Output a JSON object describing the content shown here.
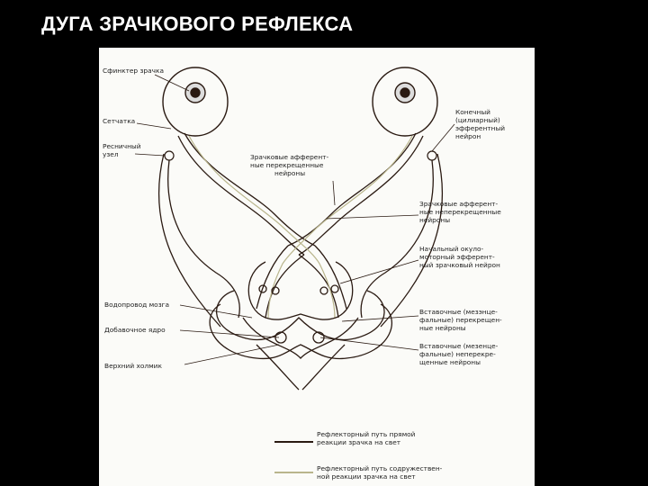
{
  "title": "ДУГА ЗРАЧКОВОГО РЕФЛЕКСА",
  "labels": {
    "sphincter": "Сфинктер зрачка",
    "retina": "Сетчатка",
    "ciliary_ganglion": [
      "Ресничный",
      "узел"
    ],
    "terminal_neuron": [
      "Конечный",
      "(цилиарный)",
      "эфферентный",
      "нейрон"
    ],
    "crossed_afferent": [
      "Зрачковые афферент-",
      "ные перекрещенные",
      "нейроны"
    ],
    "uncrossed_afferent": [
      "Зрачковые афферент-",
      "ные неперекрещенные",
      "нейроны"
    ],
    "initial_oculomotor": [
      "Начальный окуло-",
      "моторный эфферент-",
      "ный зрачковый нейрон"
    ],
    "aqueduct": "Водопровод мозга",
    "accessory_nucleus": "Добавочное ядро",
    "superior_colliculus": "Верхний холмик",
    "intercalary_crossed": [
      "Вставочные (мезэнце-",
      "фальные) перекрещен-",
      "ные нейроны"
    ],
    "intercalary_uncrossed": [
      "Вставочные (мезенце-",
      "фальные) неперекре-",
      "щенные нейроны"
    ]
  },
  "legend": [
    {
      "text": [
        "Рефлекторный путь прямой",
        "реакции зрачка на свет"
      ],
      "color": "#2a1a12"
    },
    {
      "text": [
        "Рефлекторный путь содружествен-",
        "ной реакции зрачка на свет"
      ],
      "color": "#b9b58c"
    }
  ]
}
